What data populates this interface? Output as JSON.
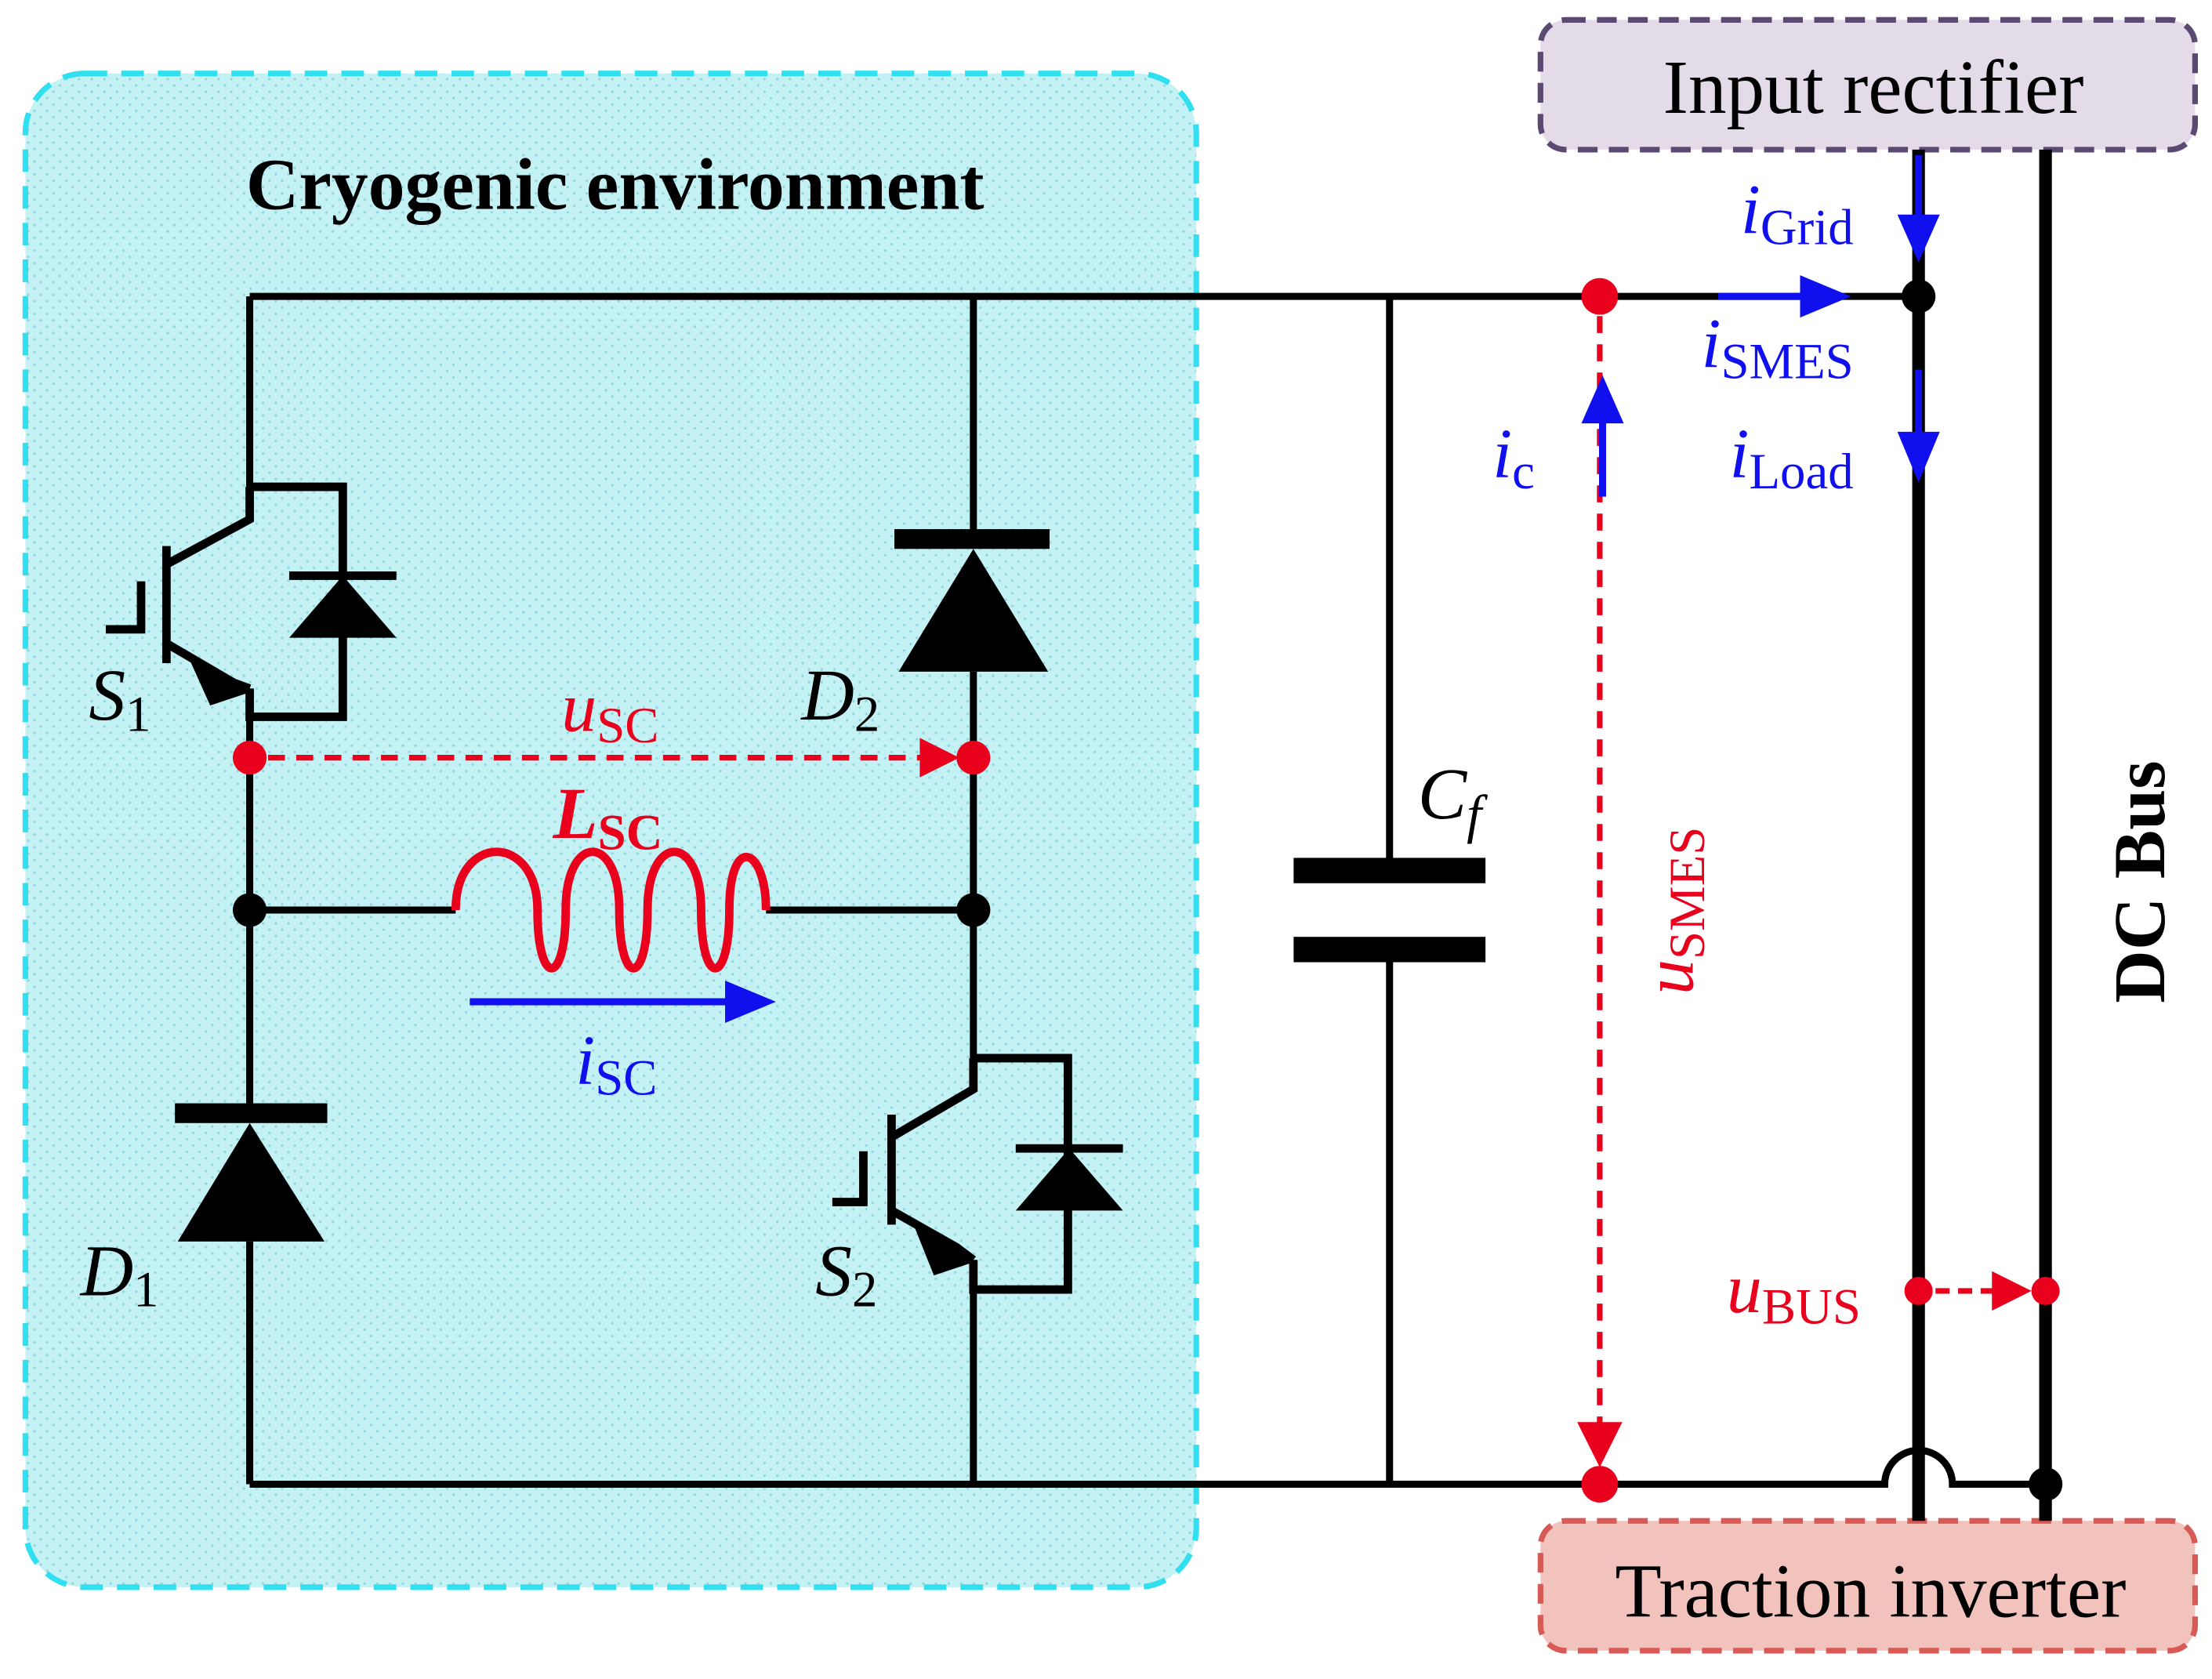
{
  "regions": {
    "cryogenic_label": "Cryogenic environment",
    "input_rectifier": "Input rectifier",
    "traction_inverter": "Traction inverter",
    "dc_bus": "DC Bus"
  },
  "components": {
    "s1": {
      "main": "S",
      "sub": "1"
    },
    "s2": {
      "main": "S",
      "sub": "2"
    },
    "d1": {
      "main": "D",
      "sub": "1"
    },
    "d2": {
      "main": "D",
      "sub": "2"
    },
    "lsc": {
      "main": "L",
      "sub": "SC"
    },
    "cf": {
      "main": "C",
      "sub": "f"
    }
  },
  "signals": {
    "usc": {
      "main": "u",
      "sub": "SC"
    },
    "isc": {
      "main": "i",
      "sub": "SC"
    },
    "ic": {
      "main": "i",
      "sub": "c"
    },
    "igrid": {
      "main": "i",
      "sub": "Grid"
    },
    "ismes": {
      "main": "i",
      "sub": "SMES"
    },
    "iload": {
      "main": "i",
      "sub": "Load"
    },
    "usmes": {
      "main": "u",
      "sub": "SMES"
    },
    "ubus": {
      "main": "u",
      "sub": "BUS"
    }
  },
  "colors": {
    "wire": "#000000",
    "voltage": "#e8001c",
    "current": "#1010ee",
    "cryo_border": "#30e0f0",
    "cryo_fill": "#c4f2f4",
    "cryo_dots": "#8fd6e0",
    "rectifier_border": "#5a4a72",
    "rectifier_fill": "#e4dbe9",
    "inverter_border": "#d85a56",
    "inverter_fill": "#f2c3bd"
  }
}
